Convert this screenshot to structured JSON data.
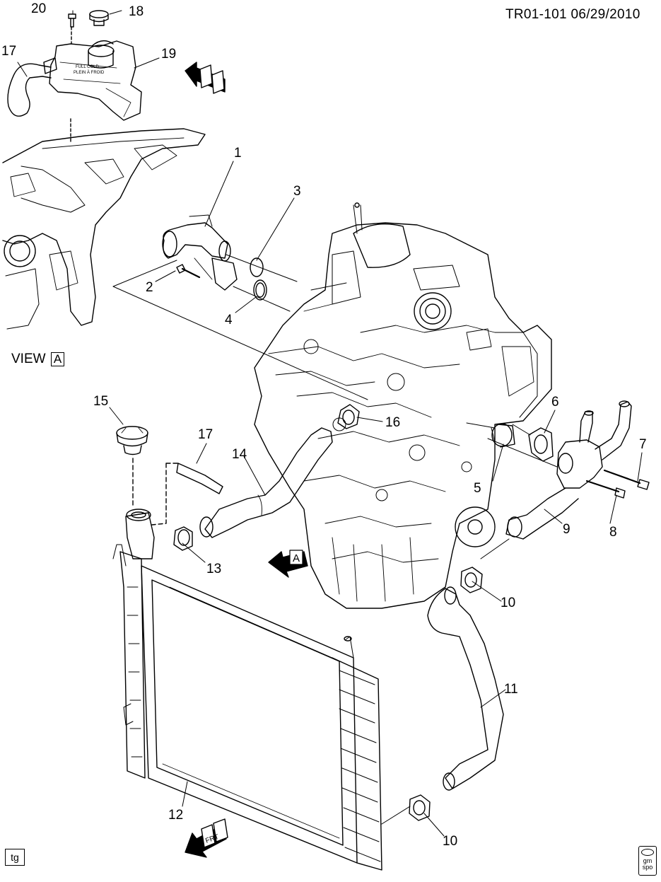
{
  "header": {
    "code": "TR01-101  06/29/2010"
  },
  "view_label": {
    "text": "VIEW",
    "letter": "A"
  },
  "badges": {
    "tg": "tg",
    "gm": "gm",
    "spo": "spo"
  },
  "front_arrow_text": "FRT",
  "view_arrow_letter": "A",
  "callouts": {
    "c1": "1",
    "c2": "2",
    "c3": "3",
    "c4": "4",
    "c5": "5",
    "c6": "6",
    "c7": "7",
    "c8": "8",
    "c9": "9",
    "c10a": "10",
    "c10b": "10",
    "c11": "11",
    "c12": "12",
    "c13": "13",
    "c14": "14",
    "c15": "15",
    "c16": "16",
    "c17a": "17",
    "c17b": "17",
    "c18": "18",
    "c19": "19",
    "c20": "20"
  },
  "reservoir_label": {
    "line1": "FULL COLD",
    "line2": "PLEIN À FROID"
  }
}
